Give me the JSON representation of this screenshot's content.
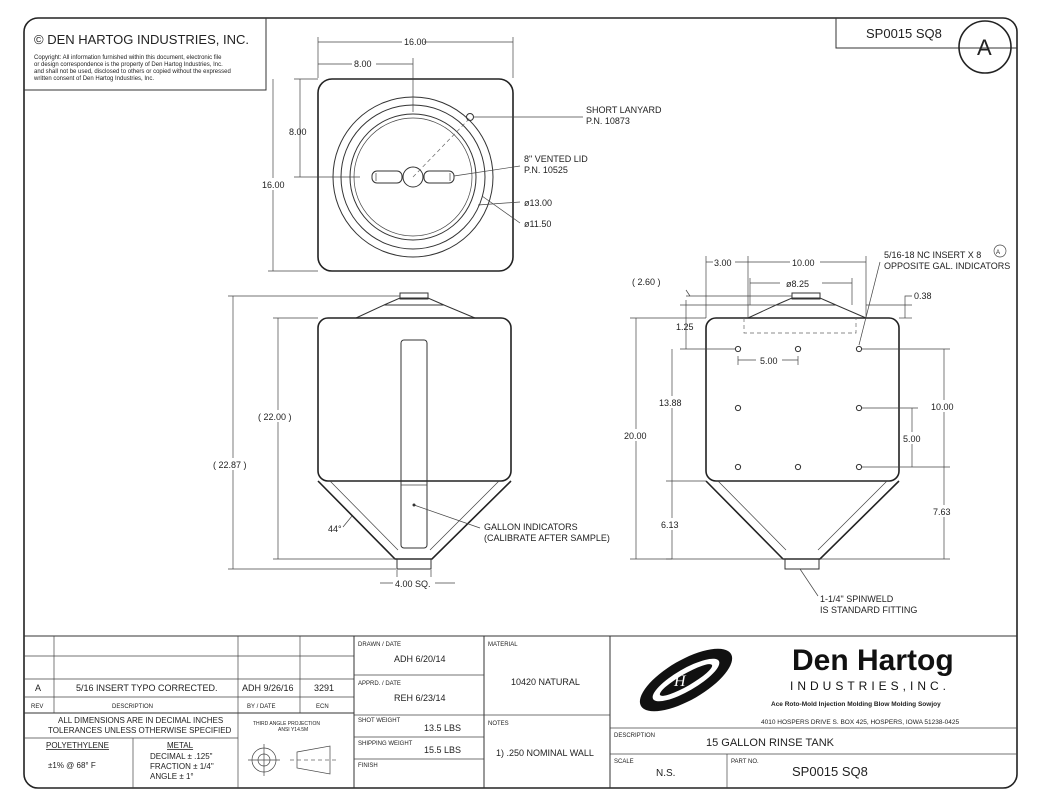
{
  "header": {
    "company": "© DEN HARTOG INDUSTRIES, INC.",
    "copyright_lines": [
      "Copyright: All information furnished within this document, electronic file",
      "or design correspondence is the property of Den Hartog Industries, Inc.",
      "and shall not be used, disclosed to others or copied without the expressed",
      "written consent of Den Hartog Industries, Inc."
    ],
    "part_number": "SP0015  SQ8",
    "revision": "A"
  },
  "top_view": {
    "dim_overall": "16.00",
    "dim_half": "8.00",
    "dim_vert_half": "8.00",
    "dim_vert_full": "16.00",
    "lanyard": [
      "SHORT LANYARD",
      "P.N. 10873"
    ],
    "lid": [
      "8\" VENTED LID",
      "P.N. 10525"
    ],
    "dia_outer": "ø13.00",
    "dia_inner": "ø11.50"
  },
  "front_view": {
    "dim_inner_h": "( 22.00 )",
    "dim_overall_h": "( 22.87 )",
    "angle": "44°",
    "gallon": [
      "GALLON INDICATORS",
      "(CALIBRATE AFTER SAMPLE)"
    ],
    "base": "4.00 SQ."
  },
  "side_view": {
    "dim_3": "3.00",
    "dim_10": "10.00",
    "dim_dia": "ø8.25",
    "dim_260": "( 2.60 )",
    "dim_125": "1.25",
    "dim_038": "0.38",
    "dim_500a": "5.00",
    "dim_1388": "13.88",
    "dim_2000": "20.00",
    "dim_1000": "10.00",
    "dim_500b": "5.00",
    "dim_613": "6.13",
    "dim_763": "7.63",
    "insert_note": [
      "5/16-18 NC INSERT X 8",
      "OPPOSITE GAL. INDICATORS"
    ],
    "insert_rev": "A",
    "spinweld": [
      "1-1/4\" SPINWELD",
      "IS STANDARD FITTING"
    ]
  },
  "title_block": {
    "rev_letter": "A",
    "rev_desc": "5/16 INSERT TYPO CORRECTED.",
    "rev_by": "ADH 9/26/16",
    "rev_ecn": "3291",
    "col_rev": "REV",
    "col_desc": "DESCRIPTION",
    "col_by": "BY / DATE",
    "col_ecn": "ECN",
    "tol_line1": "ALL DIMENSIONS ARE IN DECIMAL INCHES",
    "tol_line2": "TOLERANCES UNLESS OTHERWISE SPECIFIED",
    "poly_title": "POLYETHYLENE",
    "poly_tol": "±1% @ 68° F",
    "metal_title": "METAL",
    "metal_lines": [
      "DECIMAL ± .125\"",
      "FRACTION ± 1/4\"",
      "ANGLE ± 1°"
    ],
    "projection": [
      "THIRD ANGLE PROJECTION",
      "ANSI Y14.5M"
    ],
    "drawn_label": "DRAWN / DATE",
    "drawn_value": "ADH 6/20/14",
    "appd_label": "APPRD. / DATE",
    "appd_value": "REH 6/23/14",
    "shot_label": "SHOT WEIGHT",
    "shot_value": "13.5 LBS",
    "ship_label": "SHIPPING WEIGHT",
    "ship_value": "15.5 LBS",
    "finish_label": "FINISH",
    "material_label": "MATERIAL",
    "material_value": "10420 NATURAL",
    "notes_label": "NOTES",
    "notes_value": "1) .250 NOMINAL WALL",
    "brand_name": "Den Hartog",
    "brand_sub": "INDUSTRIES,INC.",
    "brand_tag": "Ace Roto-Mold  Injection Molding  Blow Molding  Sowjoy",
    "address": "4010 HOSPERS DRIVE S.  BOX 425, HOSPERS, IOWA 51238-0425",
    "desc_label": "DESCRIPTION",
    "desc_value": "15 GALLON RINSE TANK",
    "scale_label": "SCALE",
    "scale_value": "N.S.",
    "partno_label": "PART NO.",
    "partno_value": "SP0015  SQ8"
  }
}
